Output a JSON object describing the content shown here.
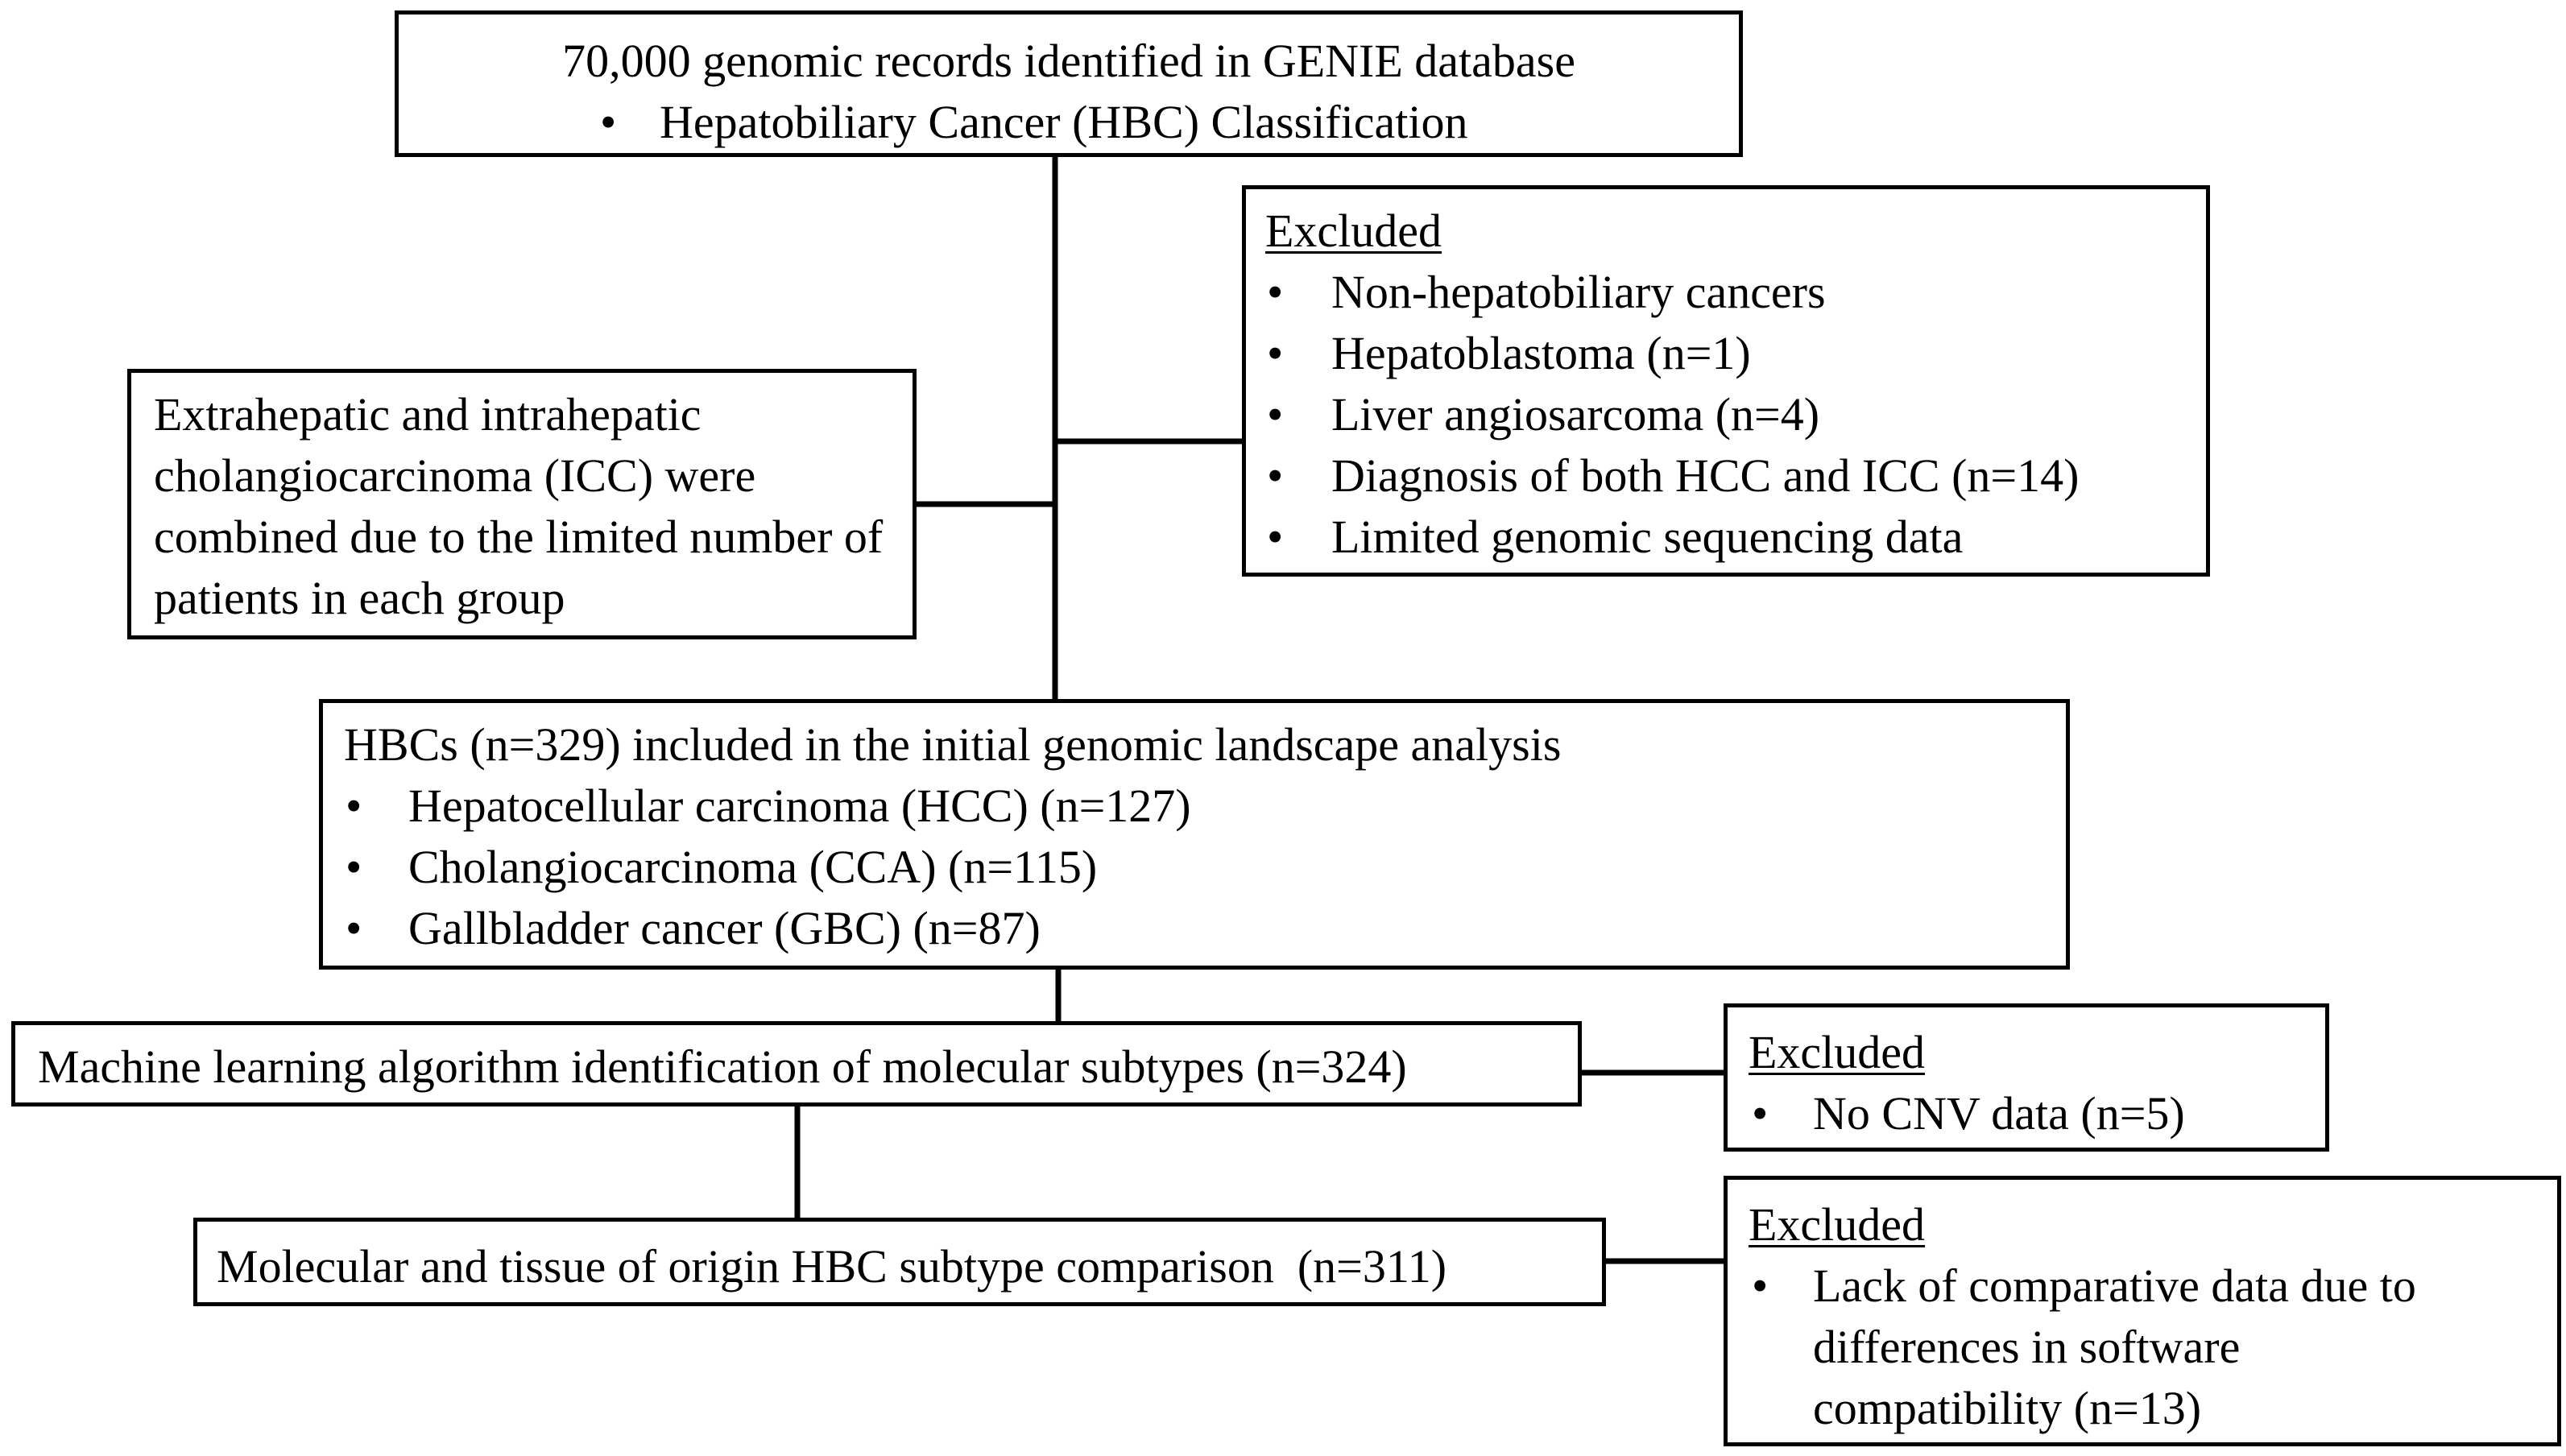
{
  "top_box": {
    "title": "70,000 genomic records identified in GENIE database",
    "bullets": [
      "Hepatobiliary Cancer (HBC) Classification"
    ]
  },
  "exclusion_1": {
    "title": "Excluded",
    "bullets": [
      "Non-hepatobiliary cancers",
      "Hepatoblastoma (n=1)",
      "Liver angiosarcoma (n=4)",
      "Diagnosis of both HCC and ICC (n=14)",
      "Limited genomic sequencing data"
    ]
  },
  "icc_note": {
    "text": "Extrahepatic and intrahepatic cholangiocarcinoma (ICC) were combined due to the limited number of patients in each group"
  },
  "hbc_box": {
    "title": "HBCs (n=329) included in the initial genomic landscape analysis",
    "bullets": [
      "Hepatocellular carcinoma (HCC) (n=127)",
      "Cholangiocarcinoma (CCA) (n=115)",
      "Gallbladder cancer (GBC) (n=87)"
    ]
  },
  "ml_box": {
    "text": "Machine learning algorithm identification of molecular subtypes (n=324)"
  },
  "exclusion_2": {
    "title": "Excluded",
    "bullets": [
      "No CNV data (n=5)"
    ]
  },
  "comparison_box": {
    "text": "Molecular and tissue of origin HBC subtype comparison  (n=311)"
  },
  "exclusion_3": {
    "title": "Excluded",
    "bullets": [
      "Lack of comparative data due to differences in software compatibility (n=13)"
    ]
  }
}
